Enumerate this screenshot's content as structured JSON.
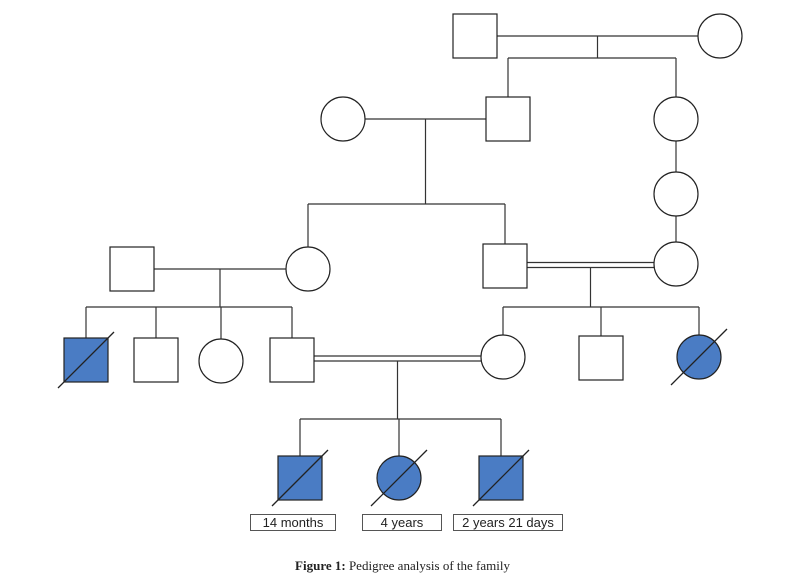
{
  "colors": {
    "line": "#333333",
    "affected_fill": "#4a7cc4",
    "unaffected_fill": "#ffffff",
    "outline": "#222222"
  },
  "individuals": [
    {
      "id": "g1-m",
      "sex": "male",
      "affected": false,
      "deceased": false
    },
    {
      "id": "g1-f",
      "sex": "female",
      "affected": false,
      "deceased": false
    },
    {
      "id": "g2-f-spouse",
      "sex": "female",
      "affected": false,
      "deceased": false
    },
    {
      "id": "g2-m",
      "sex": "male",
      "affected": false,
      "deceased": false
    },
    {
      "id": "g2-f",
      "sex": "female",
      "affected": false,
      "deceased": false
    },
    {
      "id": "g3-f",
      "sex": "female",
      "affected": false,
      "deceased": false
    },
    {
      "id": "g4-m-spouse",
      "sex": "male",
      "affected": false,
      "deceased": false
    },
    {
      "id": "g4-f",
      "sex": "female",
      "affected": false,
      "deceased": false
    },
    {
      "id": "g4-m",
      "sex": "male",
      "affected": false,
      "deceased": false
    },
    {
      "id": "g4-f-right",
      "sex": "female",
      "affected": false,
      "deceased": false
    },
    {
      "id": "g5-m1",
      "sex": "male",
      "affected": true,
      "deceased": true
    },
    {
      "id": "g5-m2",
      "sex": "male",
      "affected": false,
      "deceased": false
    },
    {
      "id": "g5-f1",
      "sex": "female",
      "affected": false,
      "deceased": false
    },
    {
      "id": "g5-m3",
      "sex": "male",
      "affected": false,
      "deceased": false
    },
    {
      "id": "g5-f2",
      "sex": "female",
      "affected": false,
      "deceased": false
    },
    {
      "id": "g5-m4",
      "sex": "male",
      "affected": false,
      "deceased": false
    },
    {
      "id": "g5-f3",
      "sex": "female",
      "affected": true,
      "deceased": true
    },
    {
      "id": "g6-m1",
      "sex": "male",
      "affected": true,
      "deceased": true
    },
    {
      "id": "g6-f1",
      "sex": "female",
      "affected": true,
      "deceased": true
    },
    {
      "id": "g6-m2",
      "sex": "male",
      "affected": true,
      "deceased": true
    }
  ],
  "unions": [
    {
      "partners": [
        "g1-m",
        "g1-f"
      ],
      "consanguineous": false,
      "children": [
        "g2-m",
        "g2-f"
      ]
    },
    {
      "partners": [
        "g2-f-spouse",
        "g2-m"
      ],
      "consanguineous": false,
      "children": [
        "g4-f",
        "g4-m"
      ]
    },
    {
      "partners": [
        "g4-m-spouse",
        "g4-f"
      ],
      "consanguineous": false,
      "children": [
        "g5-m1",
        "g5-m2",
        "g5-f1",
        "g5-m3"
      ]
    },
    {
      "partners": [
        "g4-m",
        "g4-f-right"
      ],
      "consanguineous": true,
      "children": [
        "g5-f2",
        "g5-m4",
        "g5-f3"
      ]
    },
    {
      "partners": [
        "g5-m3",
        "g5-f2"
      ],
      "consanguineous": true,
      "children": [
        "g6-m1",
        "g6-f1",
        "g6-m2"
      ]
    }
  ],
  "descent": [
    {
      "parent": "g2-f",
      "child": "g3-f"
    },
    {
      "parent": "g3-f",
      "child": "g4-f-right"
    }
  ],
  "age_labels": [
    "14 months",
    "4 years",
    "2 years 21 days"
  ],
  "caption": {
    "label": "Figure 1:",
    "text": "Pedigree analysis of the family"
  }
}
